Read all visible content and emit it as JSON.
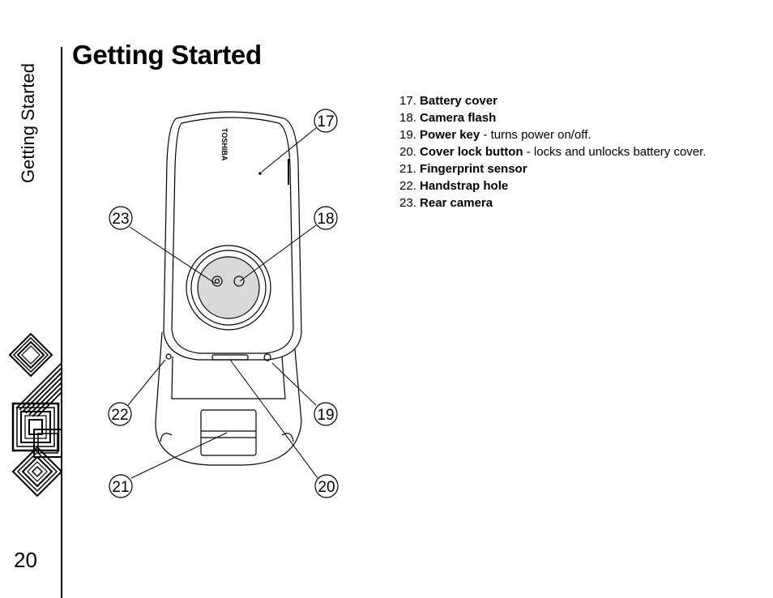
{
  "sidebar": {
    "section_label": "Getting Started",
    "page_number": "20"
  },
  "header": {
    "title": "Getting Started"
  },
  "legend": [
    {
      "num": "17.",
      "term": "Battery cover",
      "desc": ""
    },
    {
      "num": "18.",
      "term": "Camera flash",
      "desc": ""
    },
    {
      "num": "19.",
      "term": "Power key",
      "desc": " - turns power on/off."
    },
    {
      "num": "20.",
      "term": "Cover lock button",
      "desc": " - locks and unlocks battery cover."
    },
    {
      "num": "21.",
      "term": "Fingerprint sensor",
      "desc": ""
    },
    {
      "num": "22.",
      "term": "Handstrap hole",
      "desc": ""
    },
    {
      "num": "23.",
      "term": "Rear camera",
      "desc": ""
    }
  ],
  "figure": {
    "brand_text": "TOSHIBA",
    "callouts": [
      "17",
      "18",
      "19",
      "20",
      "21",
      "22",
      "23"
    ]
  }
}
